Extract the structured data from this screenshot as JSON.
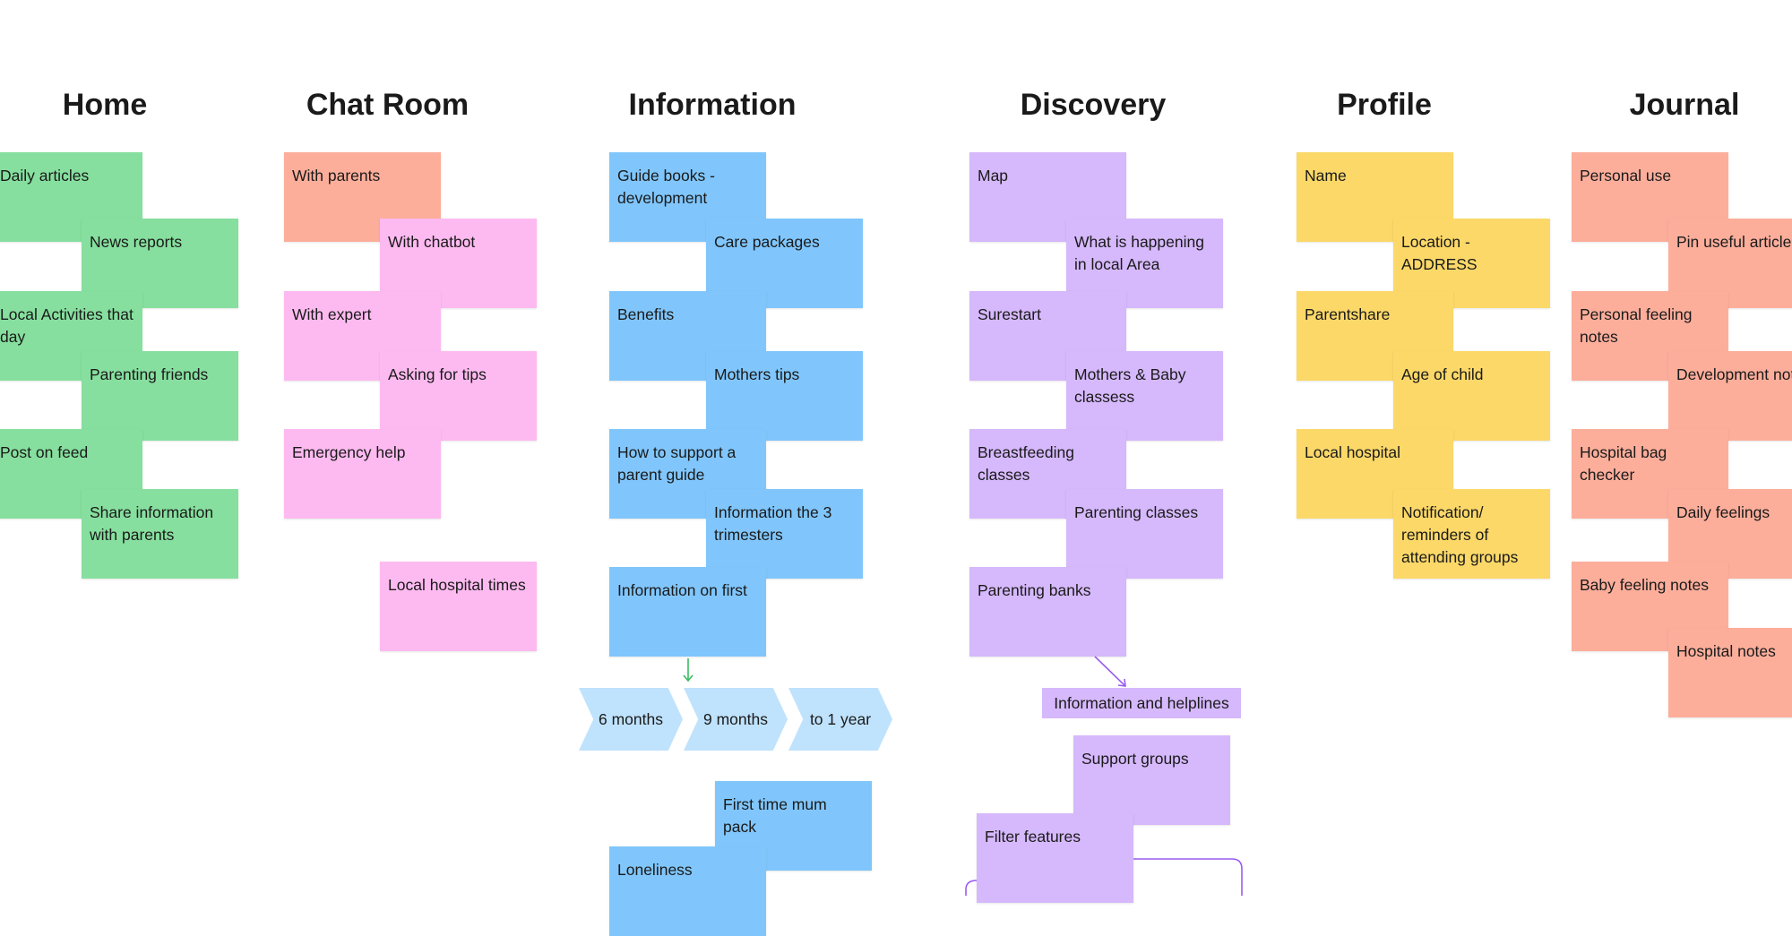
{
  "columns": {
    "home": {
      "title": "Home",
      "notes": [
        "Daily articles",
        "News reports",
        "Local Activities that day",
        "Parenting friends",
        "Post on feed",
        "Share information with parents"
      ]
    },
    "chat": {
      "title": "Chat Room",
      "notes": [
        "With parents",
        "With chatbot",
        "With expert",
        "Asking for tips",
        "Emergency help",
        "Local hospital times"
      ]
    },
    "info": {
      "title": "Information",
      "notes": [
        "Guide books - development",
        "Care packages",
        "Benefits",
        "Mothers tips",
        "How to support a parent guide",
        "Information the 3 trimesters",
        "Information on first",
        "First time mum pack",
        "Loneliness"
      ],
      "timeline": [
        "6 months",
        "9 months",
        "to 1 year"
      ]
    },
    "discovery": {
      "title": "Discovery",
      "notes": [
        "Map",
        "What is happening in local Area",
        "Surestart",
        "Mothers & Baby classess",
        "Breastfeeding classes",
        "Parenting classes",
        "Parenting banks",
        "Support groups",
        "Filter features"
      ],
      "tag": "Information and helplines"
    },
    "profile": {
      "title": "Profile",
      "notes": [
        "Name",
        "Location - ADDRESS",
        "Parentshare",
        "Age of child",
        "Local hospital",
        "Notification/ reminders of attending groups"
      ]
    },
    "journal": {
      "title": "Journal",
      "notes": [
        "Personal use",
        "Pin useful articles",
        "Personal feeling notes",
        "Development notes",
        "Hospital bag checker",
        "Daily feelings",
        "Baby feeling notes",
        "Hospital notes"
      ]
    }
  },
  "colors": {
    "home": "#86df9e",
    "chat_first": "#fcae9b",
    "chat": "#fdbaf0",
    "information": "#80c6fc",
    "timeline": "#bfe2fd",
    "discovery": "#d6b8fc",
    "profile": "#fbd868",
    "journal": "#fcae9b",
    "info_arrow": "#3dbb62",
    "discovery_arrow": "#9a5bf0"
  }
}
